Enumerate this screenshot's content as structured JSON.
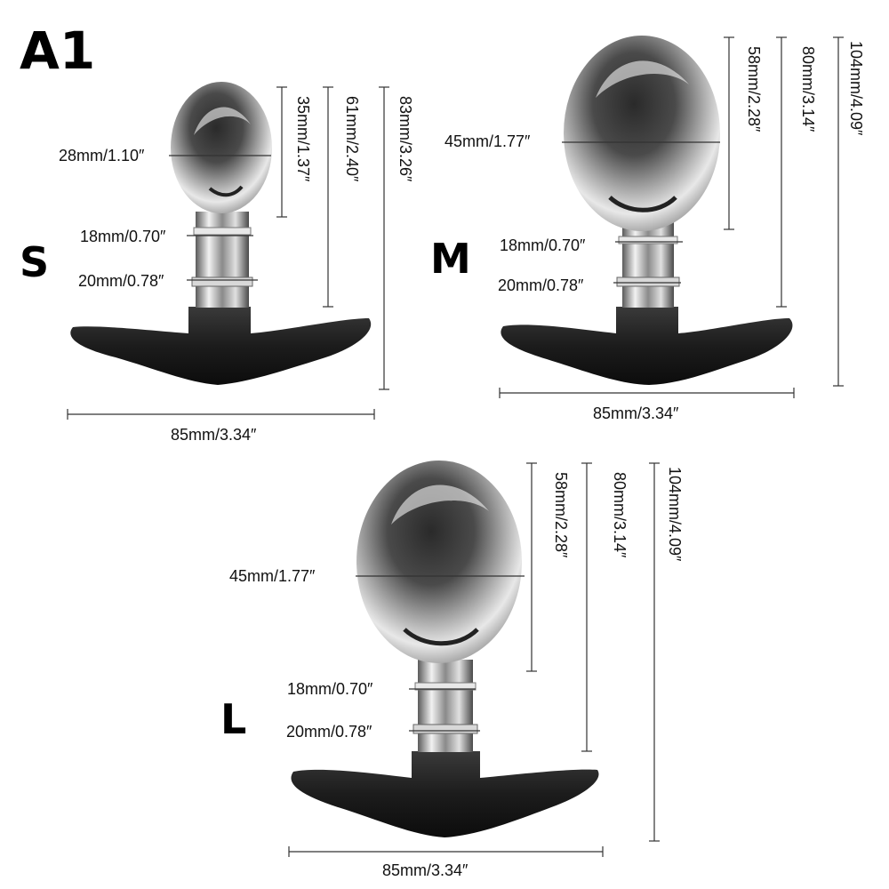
{
  "title": "A1",
  "variants": [
    {
      "size_label": "S",
      "ball_diameter": "28mm/1.10″",
      "neck_upper": "18mm/0.70″",
      "neck_lower": "20mm/0.78″",
      "ball_height": "35mm/1.37″",
      "insertable_length": "61mm/2.40″",
      "total_length": "83mm/3.26″",
      "base_width": "85mm/3.34″"
    },
    {
      "size_label": "M",
      "ball_diameter": "45mm/1.77″",
      "neck_upper": "18mm/0.70″",
      "neck_lower": "20mm/0.78″",
      "ball_height": "58mm/2.28″",
      "insertable_length": "80mm/3.14″",
      "total_length": "104mm/4.09″",
      "base_width": "85mm/3.34″"
    },
    {
      "size_label": "L",
      "ball_diameter": "45mm/1.77″",
      "neck_upper": "18mm/0.70″",
      "neck_lower": "20mm/0.78″",
      "ball_height": "58mm/2.28″",
      "insertable_length": "80mm/3.14″",
      "total_length": "104mm/4.09″",
      "base_width": "85mm/3.34″"
    }
  ]
}
